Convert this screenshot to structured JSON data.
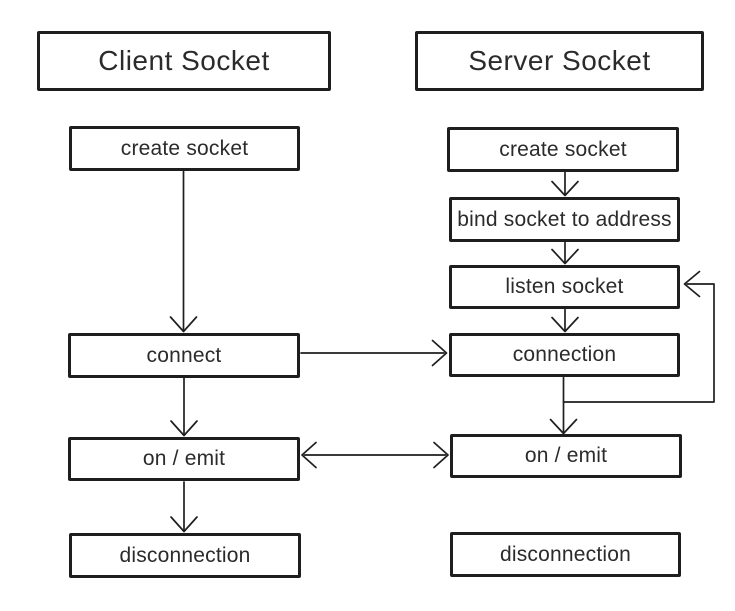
{
  "client": {
    "title": "Client Socket",
    "steps": {
      "create": "create socket",
      "connect": "connect",
      "on_emit": "on / emit",
      "disconnection": "disconnection"
    }
  },
  "server": {
    "title": "Server Socket",
    "steps": {
      "create": "create socket",
      "bind": "bind socket to address",
      "listen": "listen socket",
      "connection": "connection",
      "on_emit": "on / emit",
      "disconnection": "disconnection"
    }
  },
  "edges": [
    {
      "from": "client.create_socket",
      "to": "client.connect",
      "direction": "down"
    },
    {
      "from": "client.connect",
      "to": "client.on_emit",
      "direction": "down"
    },
    {
      "from": "client.on_emit",
      "to": "client.disconnection",
      "direction": "down"
    },
    {
      "from": "server.create_socket",
      "to": "server.bind_socket_to_address",
      "direction": "down"
    },
    {
      "from": "server.bind_socket_to_address",
      "to": "server.listen_socket",
      "direction": "down"
    },
    {
      "from": "server.listen_socket",
      "to": "server.connection",
      "direction": "down"
    },
    {
      "from": "server.connection",
      "to": "server.on_emit",
      "direction": "down"
    },
    {
      "from": "server.connection",
      "to": "server.listen_socket",
      "direction": "loop-right"
    },
    {
      "from": "client.connect",
      "to": "server.connection",
      "direction": "right"
    },
    {
      "from": "client.on_emit",
      "to": "server.on_emit",
      "direction": "bidirectional"
    }
  ],
  "colors": {
    "stroke": "#1f1f1f",
    "text": "#2b2b2b",
    "background": "#ffffff"
  }
}
